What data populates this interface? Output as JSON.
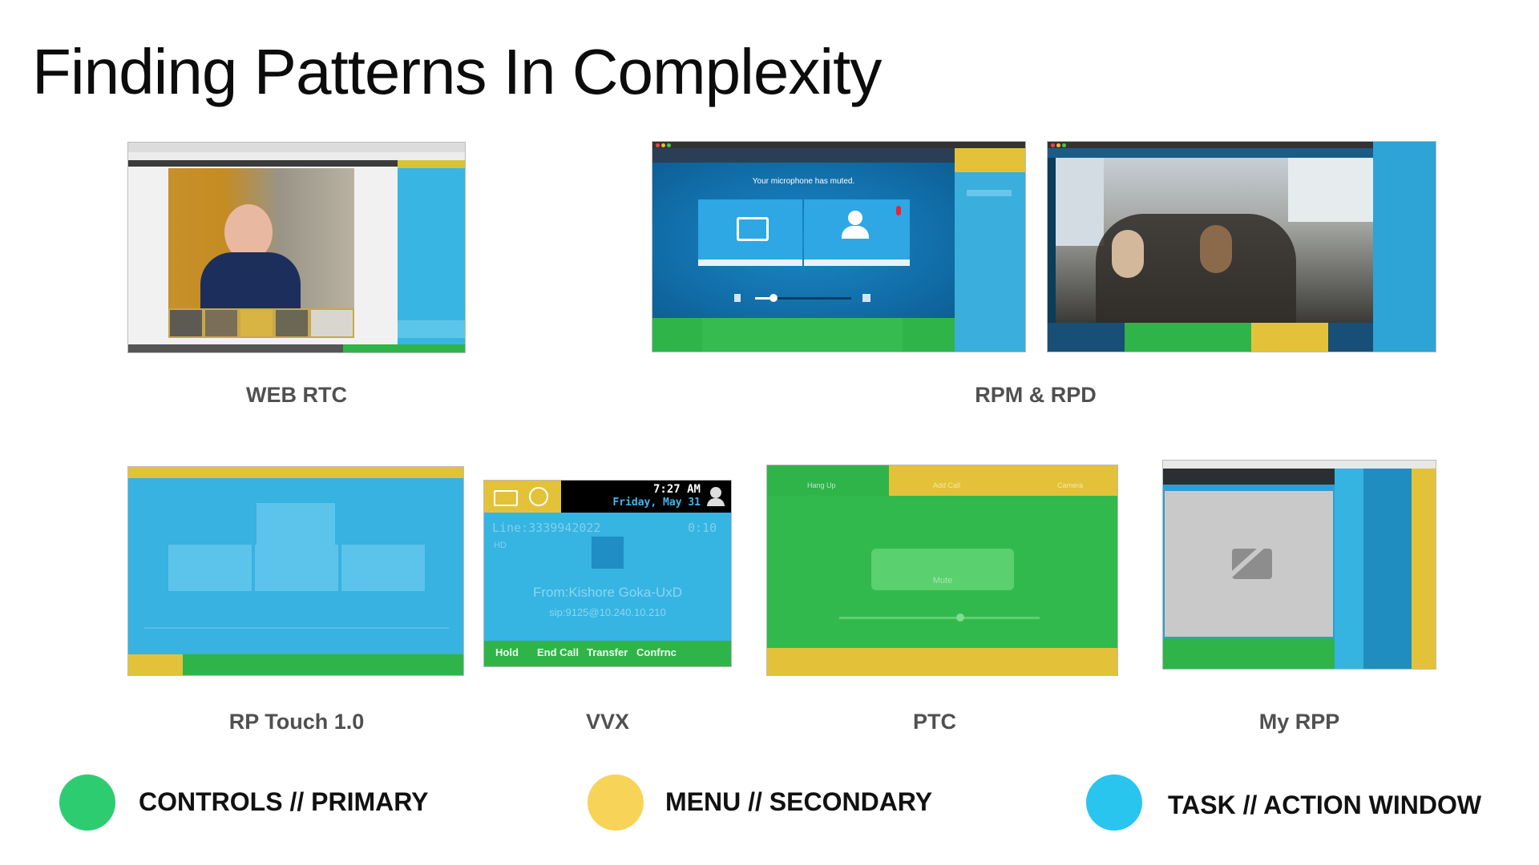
{
  "page": {
    "title": "Finding Patterns In Complexity"
  },
  "screens": {
    "webrtc": {
      "label": "WEB RTC"
    },
    "rpm": {
      "label": "RPM & RPD",
      "mute_message": "Your microphone has muted."
    },
    "rptouch": {
      "label": "RP Touch 1.0"
    },
    "vvx": {
      "label": "VVX",
      "time": "7:27 AM",
      "date": "Friday, May 31",
      "line": "Line:3339942022",
      "duration": "0:10",
      "hd": "HD",
      "from": "From:Kishore Goka-UxD",
      "sip": "sip:9125@10.240.10.210",
      "softkeys": [
        "Hold",
        "End Call",
        "Transfer",
        "Confrnc"
      ]
    },
    "ptc": {
      "label": "PTC",
      "top_buttons": [
        "Hang Up",
        "Add Call",
        "Camera"
      ],
      "mute_label": "Mute"
    },
    "myrpp": {
      "label": "My RPP"
    }
  },
  "legend": [
    {
      "label": "CONTROLS // PRIMARY",
      "color": "#2ecc71"
    },
    {
      "label": "MENU // SECONDARY",
      "color": "#f7d358"
    },
    {
      "label": "TASK // ACTION WINDOW",
      "color": "#29c5ee"
    }
  ],
  "colors": {
    "green": "#2fb44a",
    "yellow": "#e3c23a",
    "blue": "#35b4e2"
  }
}
